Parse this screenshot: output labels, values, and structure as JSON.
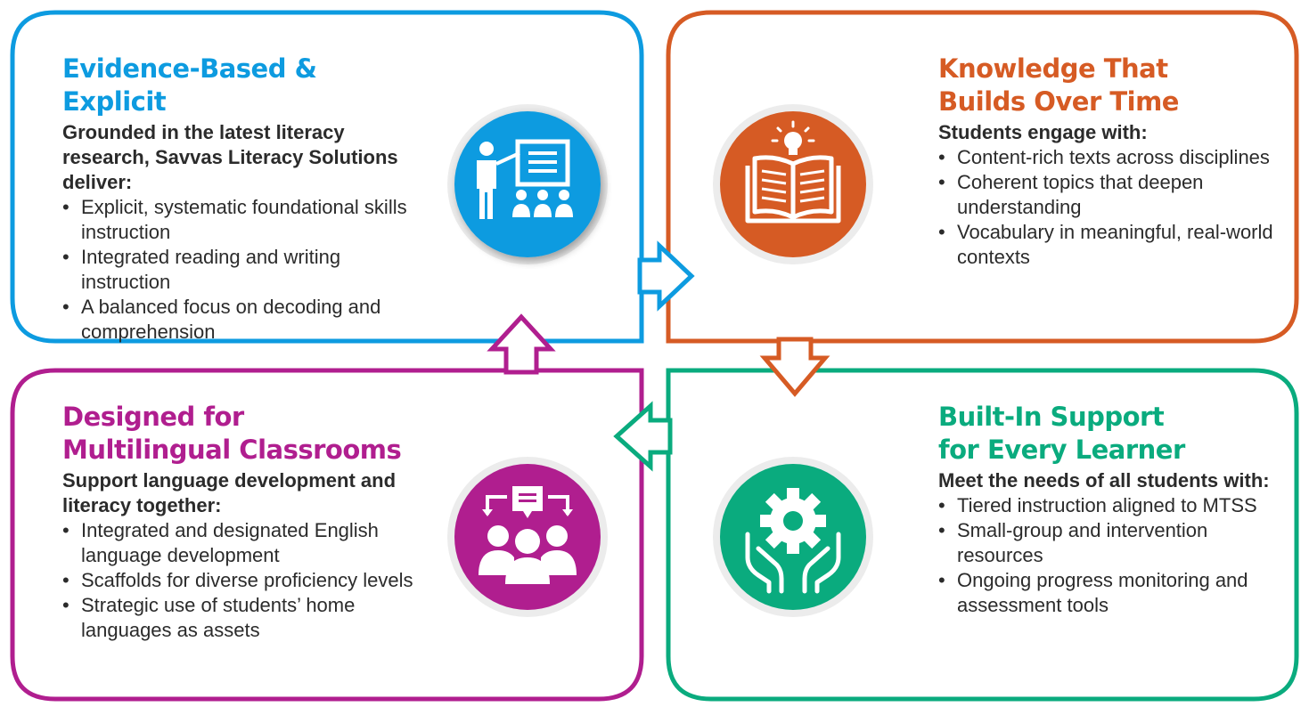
{
  "colors": {
    "blue": "#0d9be0",
    "orange": "#d65b24",
    "purple": "#b01e8f",
    "green": "#0aab7e",
    "text": "#2b2b2b"
  },
  "quadrants": {
    "evidence": {
      "title_lines": [
        "Evidence-Based & Explicit"
      ],
      "intro": "Grounded in the latest literacy research, Savvas Literacy Solutions deliver:",
      "bullets": [
        "Explicit, systematic foundational skills instruction",
        "Integrated reading and writing instruction",
        "A balanced focus on decoding and comprehension"
      ],
      "icon": "teacher-presentation-icon"
    },
    "knowledge": {
      "title_lines": [
        "Knowledge That",
        "Builds Over Time"
      ],
      "intro": "Students engage with:",
      "bullets": [
        "Content-rich texts across disciplines",
        "Coherent topics that deepen understanding",
        "Vocabulary in meaningful, real-world contexts"
      ],
      "icon": "open-book-lightbulb-icon"
    },
    "multilingual": {
      "title_lines": [
        "Designed for",
        "Multilingual Classrooms"
      ],
      "intro": "Support language development and literacy together:",
      "bullets": [
        "Integrated and designated English language development",
        "Scaffolds for diverse proficiency levels",
        "Strategic use of students’ home languages as assets"
      ],
      "icon": "group-conversation-icon"
    },
    "support": {
      "title_lines": [
        "Built-In Support",
        "for Every Learner"
      ],
      "intro": "Meet the needs of all students with:",
      "bullets": [
        "Tiered instruction aligned to MTSS",
        "Small-group and intervention resources",
        "Ongoing progress monitoring and assessment tools"
      ],
      "icon": "hands-gear-icon"
    }
  }
}
